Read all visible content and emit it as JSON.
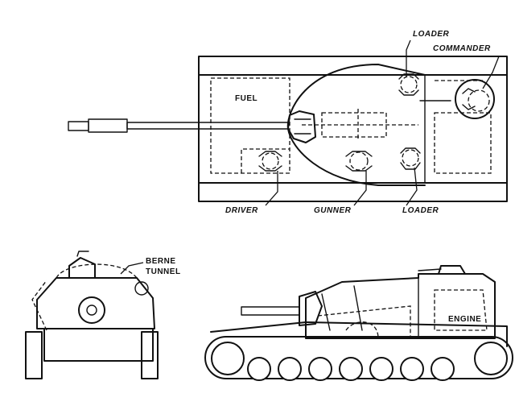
{
  "labels": {
    "loader_top": "LOADER",
    "commander": "COMMANDER",
    "fuel": "FUEL",
    "driver": "DRIVER",
    "gunner": "GUNNER",
    "loader_bottom": "LOADER",
    "berne": "BERNE",
    "tunnel": "TUNNEL",
    "engine": "ENGINE"
  }
}
